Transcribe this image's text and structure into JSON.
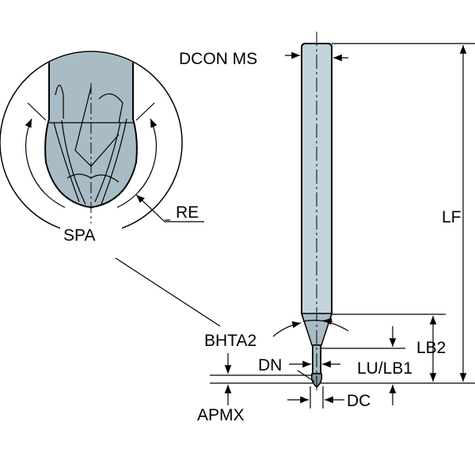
{
  "labels": {
    "dcon_ms": "DCON MS",
    "lf": "LF",
    "re": "RE",
    "spa": "SPA",
    "bhta2": "BHTA2",
    "dn": "DN",
    "lb2": "LB2",
    "lu_lb1": "LU/LB1",
    "dc": "DC",
    "apmx": "APMX"
  },
  "colors": {
    "tool_fill": "#a9bcc6",
    "tool_shank": "#c3d3db",
    "line": "#000000"
  }
}
